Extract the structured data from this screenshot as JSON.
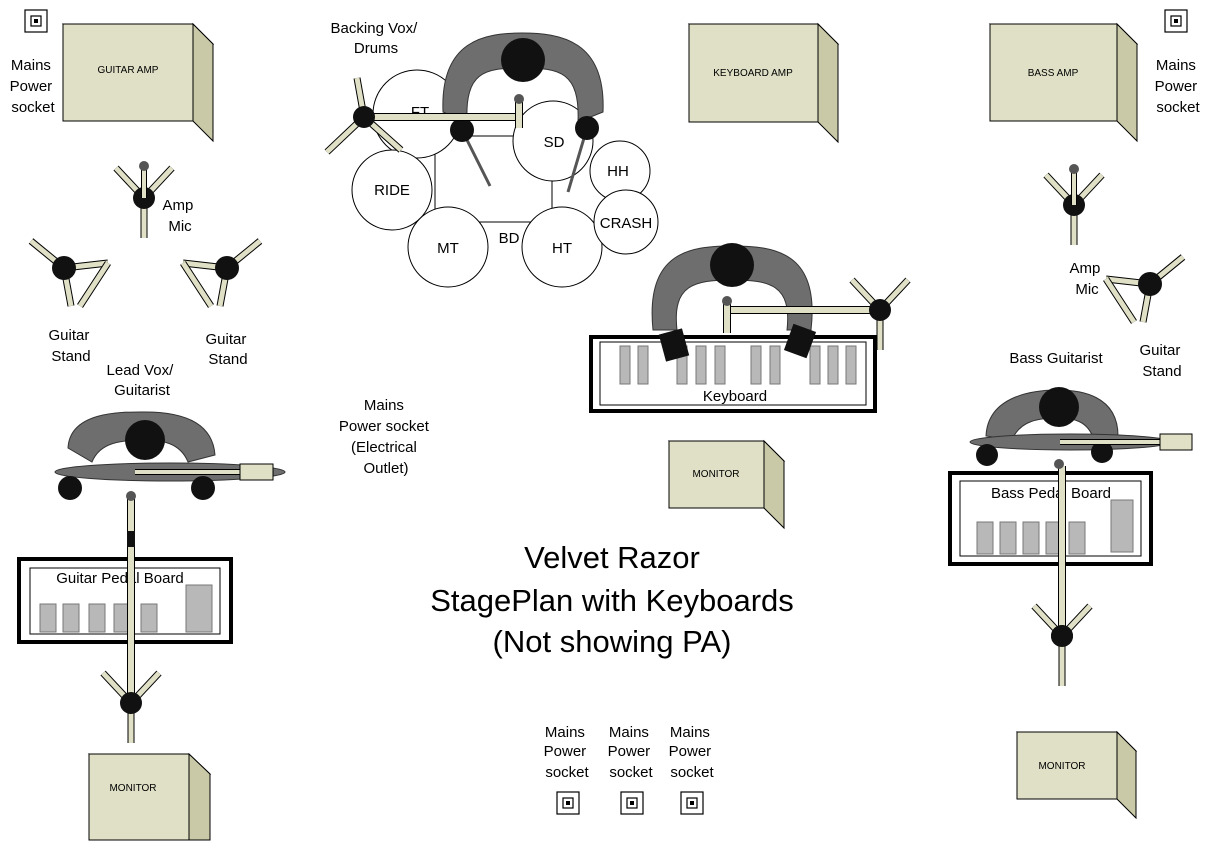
{
  "title": {
    "line1": "Velvet Razor",
    "line2": "StagePlan with Keyboards",
    "line3": "(Not showing PA)"
  },
  "labels": {
    "mains_power_socket": [
      "Mains",
      "Power",
      "socket"
    ],
    "mains_center": [
      "Mains",
      "Power socket",
      "(Electrical",
      "Outlet)"
    ],
    "guitar_stand": [
      "Guitar",
      "Stand"
    ],
    "amp_mic": [
      "Amp",
      "Mic"
    ],
    "lead_vox": [
      "Lead Vox/",
      "Guitarist"
    ],
    "backing_vox": [
      "Backing Vox/",
      "Drums"
    ],
    "bass_guitarist": "Bass Guitarist"
  },
  "amps": {
    "guitar": "GUITAR AMP",
    "keyboard": "KEYBOARD AMP",
    "bass": "BASS AMP",
    "monitor": "MONITOR"
  },
  "pedal_boards": {
    "guitar": "Guitar Pedal Board",
    "bass": "Bass Pedal Board"
  },
  "keyboard": "Keyboard",
  "drums": {
    "ft": "FT",
    "sd": "SD",
    "hh": "HH",
    "ride": "RIDE",
    "crash": "CRASH",
    "mt": "MT",
    "bd": "BD",
    "ht": "HT"
  },
  "colors": {
    "equipment_fill": "#dfe0c6",
    "person_gray": "#6e6e6e",
    "person_dark": "#222222",
    "pedal_gray": "#b8b8b8"
  }
}
